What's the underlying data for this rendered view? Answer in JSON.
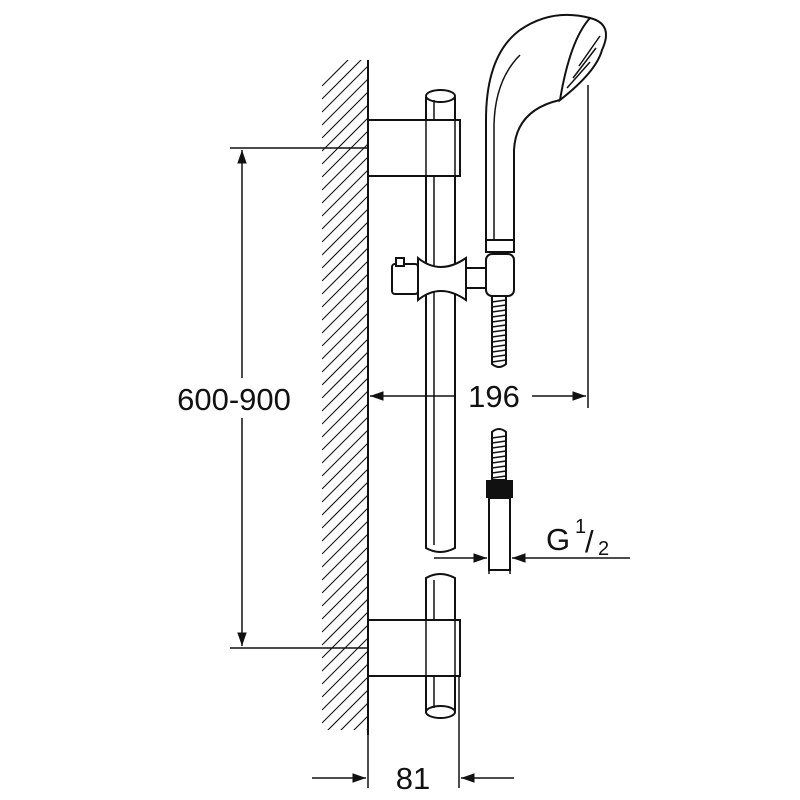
{
  "dimensions": {
    "bracket_spacing": "600-900",
    "handshower_projection": "196",
    "wall_projection": "81",
    "connection_thread": "G",
    "thread_sup": "1",
    "thread_sub": "2"
  },
  "colors": {
    "line": "#111111",
    "background": "#ffffff"
  }
}
